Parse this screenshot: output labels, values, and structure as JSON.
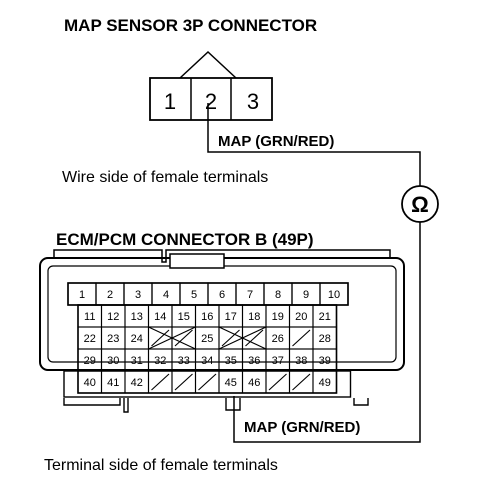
{
  "map_sensor": {
    "title": "MAP SENSOR 3P CONNECTOR",
    "pins": [
      "1",
      "2",
      "3"
    ],
    "wire_label": "MAP (GRN/RED)",
    "caption": "Wire side of female terminals"
  },
  "ohmmeter": {
    "symbol": "Ω"
  },
  "ecm": {
    "title": "ECM/PCM CONNECTOR B (49P)",
    "wire_label": "MAP (GRN/RED)",
    "caption": "Terminal side of female terminals",
    "rows": [
      [
        "1",
        "2",
        "3",
        "4",
        "5",
        "6",
        "7",
        "8",
        "9",
        "10"
      ],
      [
        "11",
        "12",
        "13",
        "14",
        "15",
        "16",
        "17",
        "18",
        "19",
        "20",
        "21"
      ],
      [
        "22",
        "23",
        "24",
        "",
        "",
        "25",
        "",
        "",
        "26",
        "",
        "28"
      ],
      [
        "29",
        "30",
        "31",
        "32",
        "33",
        "34",
        "35",
        "36",
        "37",
        "38",
        "39"
      ],
      [
        "40",
        "41",
        "42",
        "",
        "",
        "",
        "45",
        "46",
        "",
        "",
        "49"
      ]
    ],
    "highlighted_pin": "35"
  },
  "colors": {
    "ink": "#000000",
    "background": "#ffffff"
  }
}
